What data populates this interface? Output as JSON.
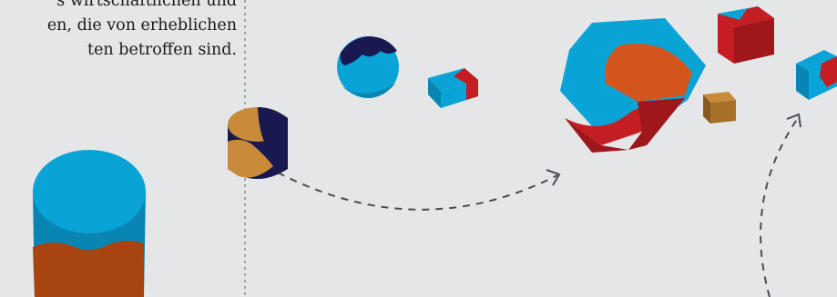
{
  "text_block": {
    "lines": [
      "s wirtschaftlichen und",
      "en, die von erheblichen",
      "ten betroffen sind."
    ]
  },
  "colors": {
    "background": "#e4e6e8",
    "cyan": "#0aa3d6",
    "cyan_dark": "#0985b3",
    "navy": "#1a1850",
    "orange": "#d2561e",
    "red": "#c41e23",
    "red_dark": "#a0171b",
    "ochre": "#c98b3a",
    "rust": "#a8440f"
  }
}
